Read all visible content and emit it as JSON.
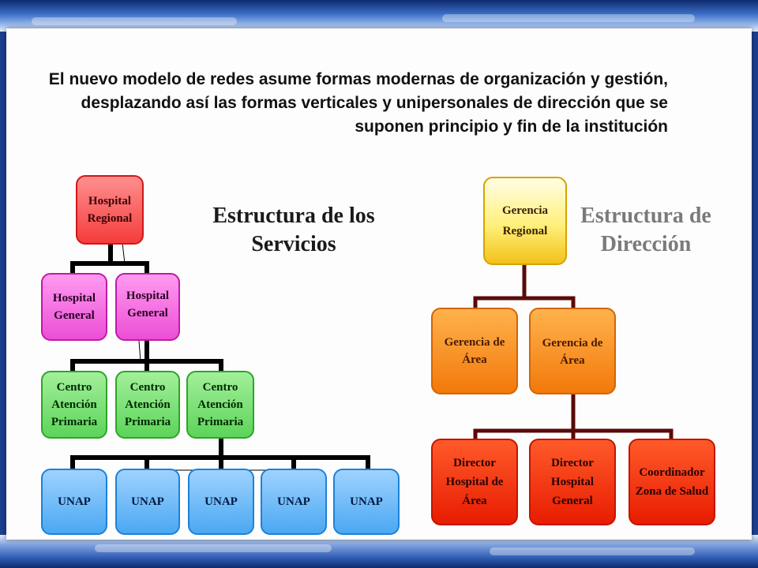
{
  "intro_text": "El nuevo modelo de redes asume formas modernas de organización y gestión, desplazando así las formas verticales y unipersonales de dirección que se suponen principio y fin de la institución",
  "services": {
    "heading": "Estructura de los Servicios",
    "heading_color": "#1a1a1a",
    "hospital_regional": "Hospital Regional",
    "hospital_general_1": "Hospital General",
    "hospital_general_2": "Hospital General",
    "centro_1": "Centro Atención Primaria",
    "centro_2": "Centro Atención Primaria",
    "centro_3": "Centro Atención Primaria",
    "unap_1": "UNAP",
    "unap_2": "UNAP",
    "unap_3": "UNAP",
    "unap_4": "UNAP",
    "unap_5": "UNAP"
  },
  "management": {
    "heading": "Estructura de Dirección",
    "heading_color": "#7a7a7a",
    "gerencia_regional": "Gerencia Regional",
    "gerencia_area_1": "Gerencia de Área",
    "gerencia_area_2": "Gerencia de Área",
    "director_hospital_area": "Director Hospital de Área",
    "director_hospital_general": "Director Hospital General",
    "coordinador_zona": "Coordinador Zona de Salud"
  },
  "colors": {
    "services_connector": "#000000",
    "management_connector": "#5a0a0a",
    "background_blue": "#1d3f8f"
  }
}
